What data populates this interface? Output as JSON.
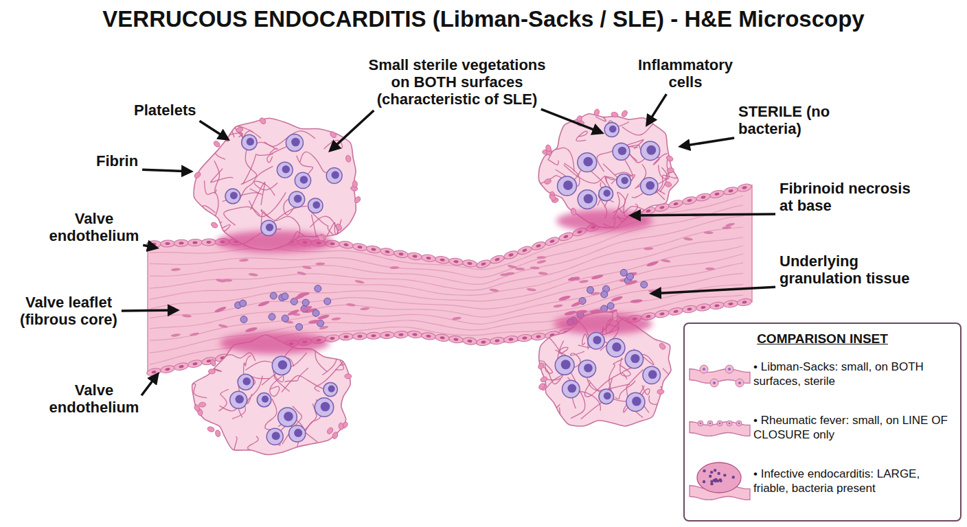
{
  "diagram": {
    "title": "VERRUCOUS ENDOCARDITIS (Libman-Sacks / SLE) - H&E Microscopy",
    "nodes": [
      {
        "text": [
          "COMPARISON INSET",
          "• Libman-Sacks: small, on BOTH surfaces, sterile",
          "• Rheumatic fever: small, on LINE OF CLOSURE only",
          "• Infective endocarditis: LARGE, friable, bacteria present"
        ]
      }
    ],
    "labels": [
      "Platelets",
      "Fibrin",
      "Valve endothelium",
      "Valve leaflet (fibrous core)",
      "Valve endothelium",
      "Small sterile vegetations on BOTH surfaces (characteristic of SLE)",
      "Inflammatory cells",
      "STERILE (no bacteria)",
      "Fibrinoid necrosis at base",
      "Underlying granulation tissue"
    ]
  }
}
